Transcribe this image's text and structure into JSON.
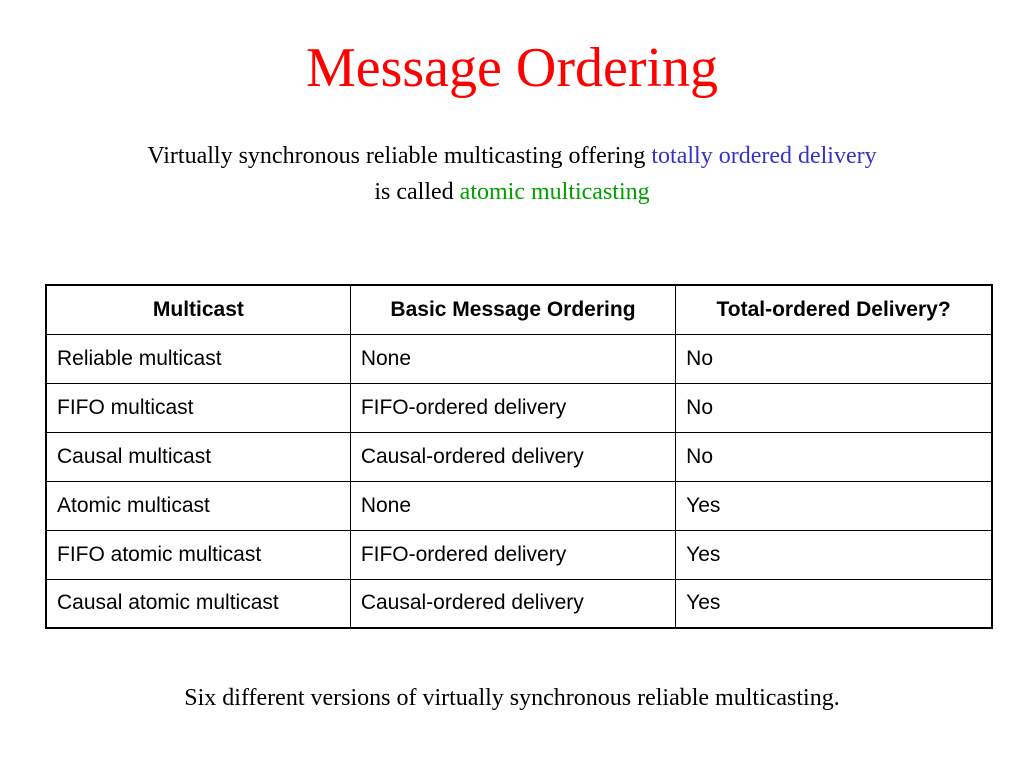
{
  "title": "Message Ordering",
  "intro": {
    "line1_black": "Virtually synchronous reliable multicasting offering ",
    "line1_blue": "totally ordered  delivery",
    "line2_black": "is called ",
    "line2_green": "atomic multicasting"
  },
  "table": {
    "headers": [
      "Multicast",
      "Basic Message Ordering",
      "Total-ordered Delivery?"
    ],
    "rows": [
      [
        "Reliable multicast",
        "None",
        "No"
      ],
      [
        "FIFO multicast",
        "FIFO-ordered delivery",
        "No"
      ],
      [
        "Causal multicast",
        "Causal-ordered delivery",
        "No"
      ],
      [
        "Atomic multicast",
        "None",
        "Yes"
      ],
      [
        "FIFO atomic multicast",
        "FIFO-ordered delivery",
        "Yes"
      ],
      [
        "Causal atomic multicast",
        "Causal-ordered delivery",
        "Yes"
      ]
    ]
  },
  "caption": "Six different versions of virtually synchronous reliable multicasting.",
  "colors": {
    "title": "#ff0000",
    "highlight_blue": "#3333cc",
    "highlight_green": "#00a000",
    "text": "#000000"
  }
}
